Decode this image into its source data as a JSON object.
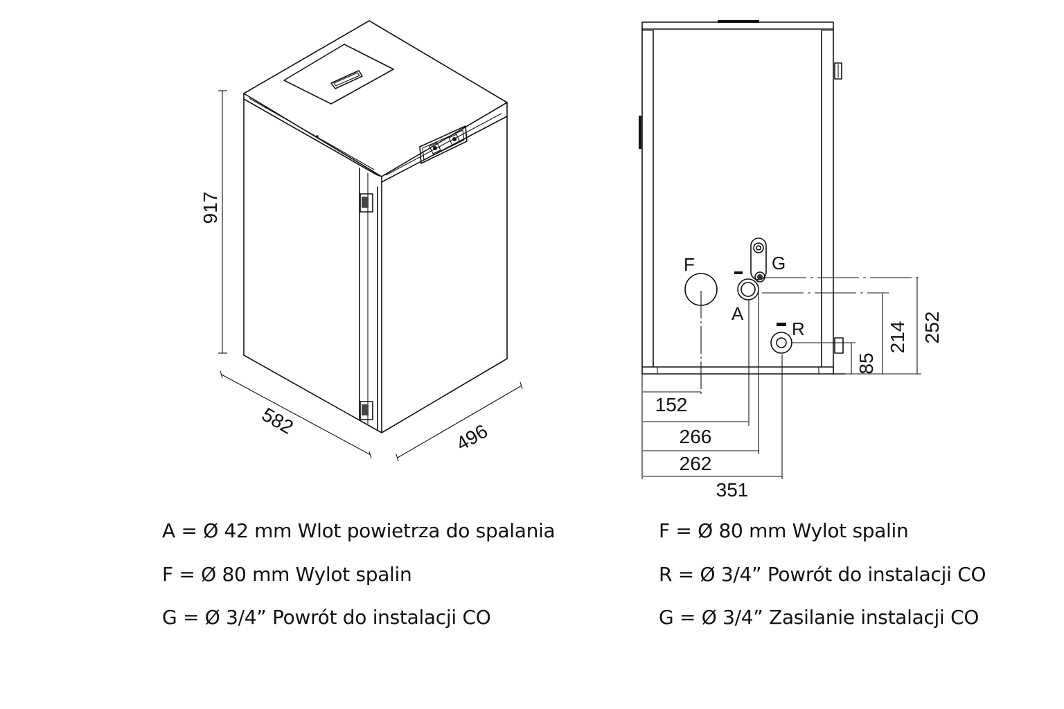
{
  "iso_view": {
    "dimensions": {
      "height": "917",
      "depth": "582",
      "width": "496"
    }
  },
  "side_view": {
    "connection_labels": {
      "F": "F",
      "G": "G",
      "A": "A",
      "R": "R"
    },
    "horizontal_dimensions": [
      "152",
      "266",
      "262",
      "351"
    ],
    "vertical_dimensions": [
      "85",
      "214",
      "252"
    ]
  },
  "legend": {
    "left": [
      "A = Ø 42 mm Wlot powietrza do spalania",
      "F = Ø 80 mm Wylot spalin",
      "G = Ø 3/4” Powrót do instalacji CO"
    ],
    "right": [
      "F = Ø 80 mm Wylot spalin",
      "R = Ø 3/4” Powrót do instalacji CO",
      "G = Ø 3/4” Zasilanie instalacji CO"
    ]
  }
}
